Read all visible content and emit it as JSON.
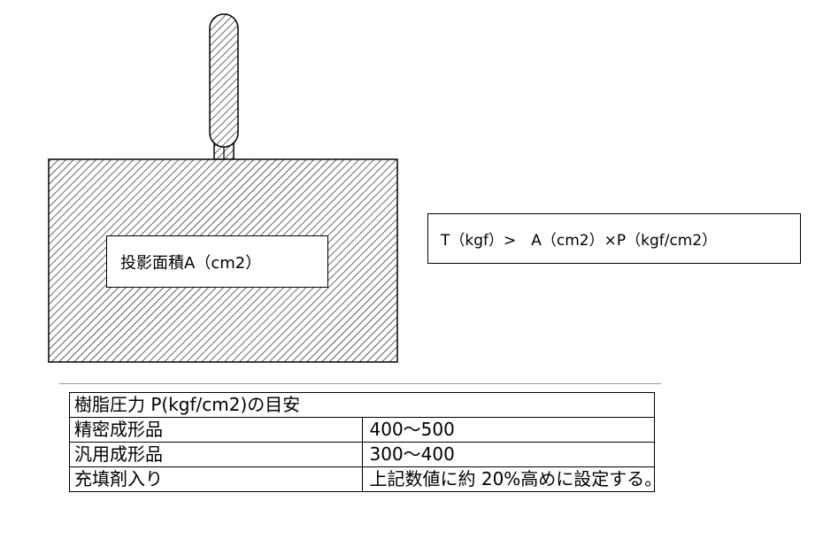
{
  "area_label": "投影面積A（cm2）",
  "formula": "T（kgf）>　A（cm2）×P（kgf/cm2）",
  "pressure_table": {
    "title": "樹脂圧力 P(kgf/cm2)の目安",
    "rows": [
      {
        "category": "精密成形品",
        "value": "400～500"
      },
      {
        "category": "汎用成形品",
        "value": "300～400"
      },
      {
        "category": "充填剤入り",
        "value": "上記数値に約 20%高めに設定する。"
      }
    ]
  },
  "colors": {
    "outline": "#000000",
    "hatch": "#000000",
    "fill": "#ffffff",
    "separator": "#9a9a9a"
  }
}
